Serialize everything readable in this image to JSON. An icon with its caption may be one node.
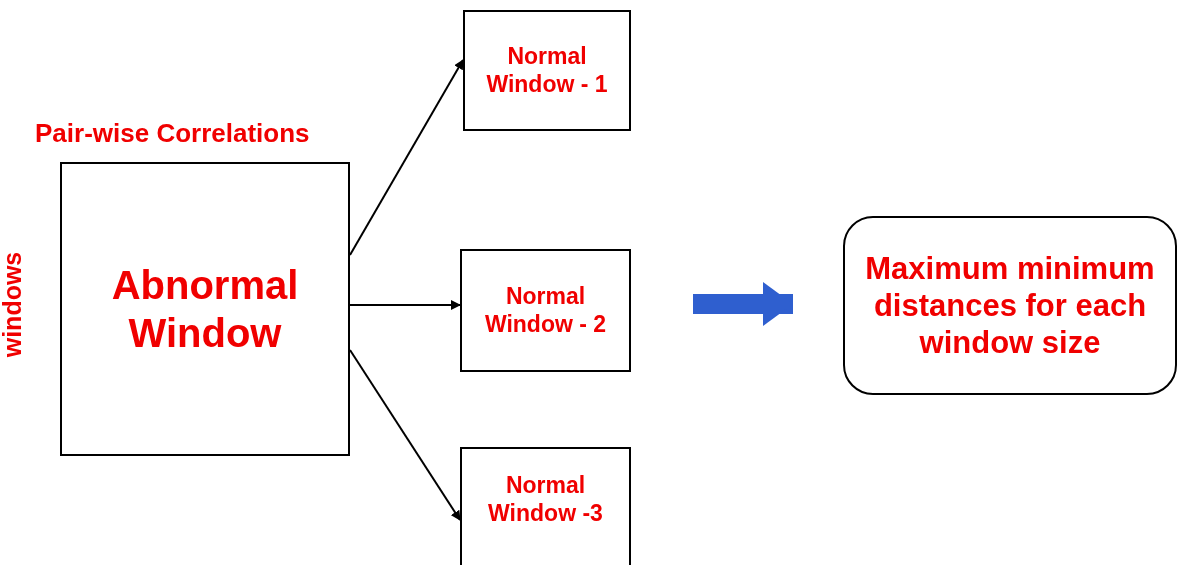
{
  "diagram": {
    "nodes": [
      {
        "text": [
          "Abnormal Window"
        ],
        "beside": [
          "Pair-wise Correlations",
          "windows"
        ]
      },
      {
        "text": [
          "Normal Window - 1"
        ]
      },
      {
        "text": [
          "Normal Window - 2"
        ]
      },
      {
        "text": [
          "Normal Window -3"
        ]
      },
      {
        "text": [
          "Maximum minimum distances for each window size"
        ]
      }
    ],
    "edges": [
      {
        "from": 0,
        "to": 1,
        "arrow": "to"
      },
      {
        "from": 0,
        "to": 2,
        "arrow": "to"
      },
      {
        "from": 0,
        "to": 3,
        "arrow": "to"
      },
      {
        "from": 2,
        "to": 4,
        "arrow": "to",
        "style": "thick",
        "color": "#2f5fcf"
      }
    ]
  }
}
